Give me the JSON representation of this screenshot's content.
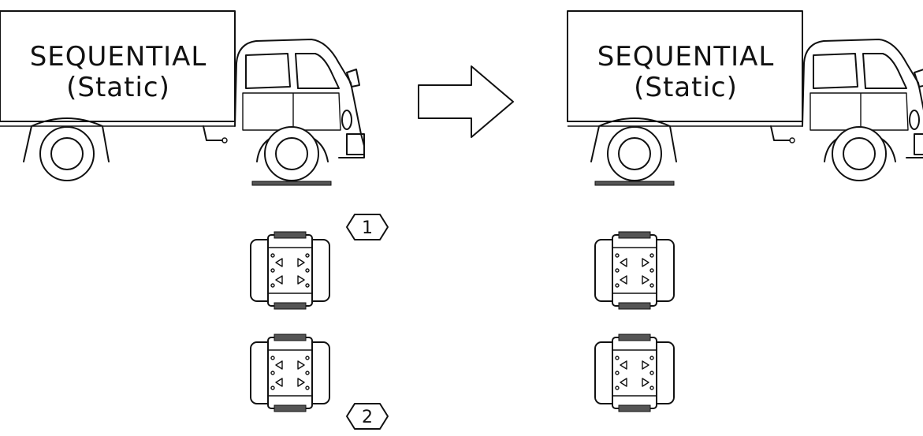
{
  "truck_left": {
    "line1": "SEQUENTIAL",
    "line2": "(Static)"
  },
  "truck_right": {
    "line1": "SEQUENTIAL",
    "line2": "(Static)"
  },
  "steps": {
    "first": "1",
    "second": "2"
  }
}
